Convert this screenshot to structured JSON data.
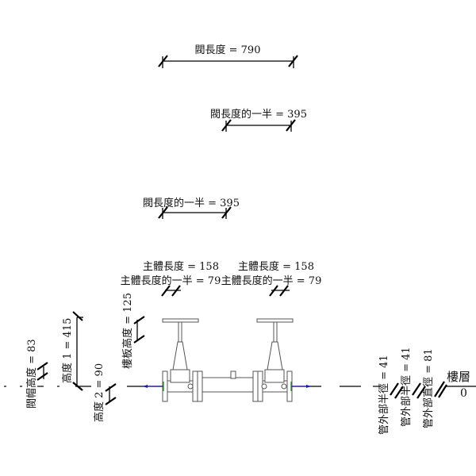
{
  "dimensions": {
    "valve_length": "閥長度 = 790",
    "half_valve_length_top": "閥長度的一半 = 395",
    "half_valve_length_bottom": "閥長度的一半 = 395",
    "body_length_left": "主體長度 = 158",
    "body_length_right": "主體長度 = 158",
    "half_body_length_left": "主體長度的一半 = 79",
    "half_body_length_right": "主體長度的一半 = 79",
    "bonnet_height": "閥帽高度 = 83",
    "height_1": "高度 1 = 415",
    "height_2": "高度 2 = 90",
    "slab_height": "樓板高度 = 125",
    "pipe_outer_radius_1": "管外部半徑 = 41",
    "pipe_outer_radius_2": "管外部半徑 = 41",
    "pipe_outer_diameter": "管外部直徑 = 81"
  },
  "level": {
    "name": "樓層",
    "value": "0"
  },
  "colors": {
    "connector": "#1a1aa8",
    "line": "#000000"
  }
}
